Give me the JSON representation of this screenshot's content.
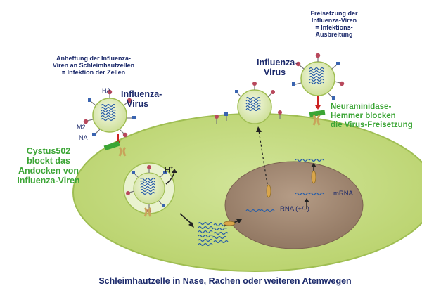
{
  "labels": {
    "attach": [
      "Anheftung der Influenza-",
      "Viren an Schleimhautzellen",
      "= Infektion der Zellen"
    ],
    "release": [
      "Freisetzung der",
      "Influenza-Viren",
      "= Infektions-",
      "Ausbreitung"
    ],
    "virus_left": [
      "Influenza-",
      "Virus"
    ],
    "virus_right": [
      "Influenza-",
      "Virus"
    ],
    "cystus": [
      "Cystus502",
      "blockt das",
      "Andocken von",
      "Influenza-Viren"
    ],
    "neuraminidase": [
      "Neuraminidase-",
      "Hemmer blocken",
      "die Virus-Freisetzung"
    ],
    "ha": "HA",
    "m2": "M2",
    "na": "NA",
    "hplus": "H",
    "hplus_sup": "+",
    "rna": "RNA (+/–)",
    "mrna": "mRNA",
    "caption": "Schleimhautzelle in Nase, Rachen oder weiteren Atemwegen"
  },
  "colors": {
    "cell_fill": "#c6dc82",
    "cell_stroke": "#9fbe52",
    "nucleus": "#a08770",
    "text_navy": "#1c2a6b",
    "text_green": "#3ba535",
    "ha_spike": "#b8485c",
    "na_spike": "#3a64b0",
    "rna": "#2a5fa8"
  }
}
